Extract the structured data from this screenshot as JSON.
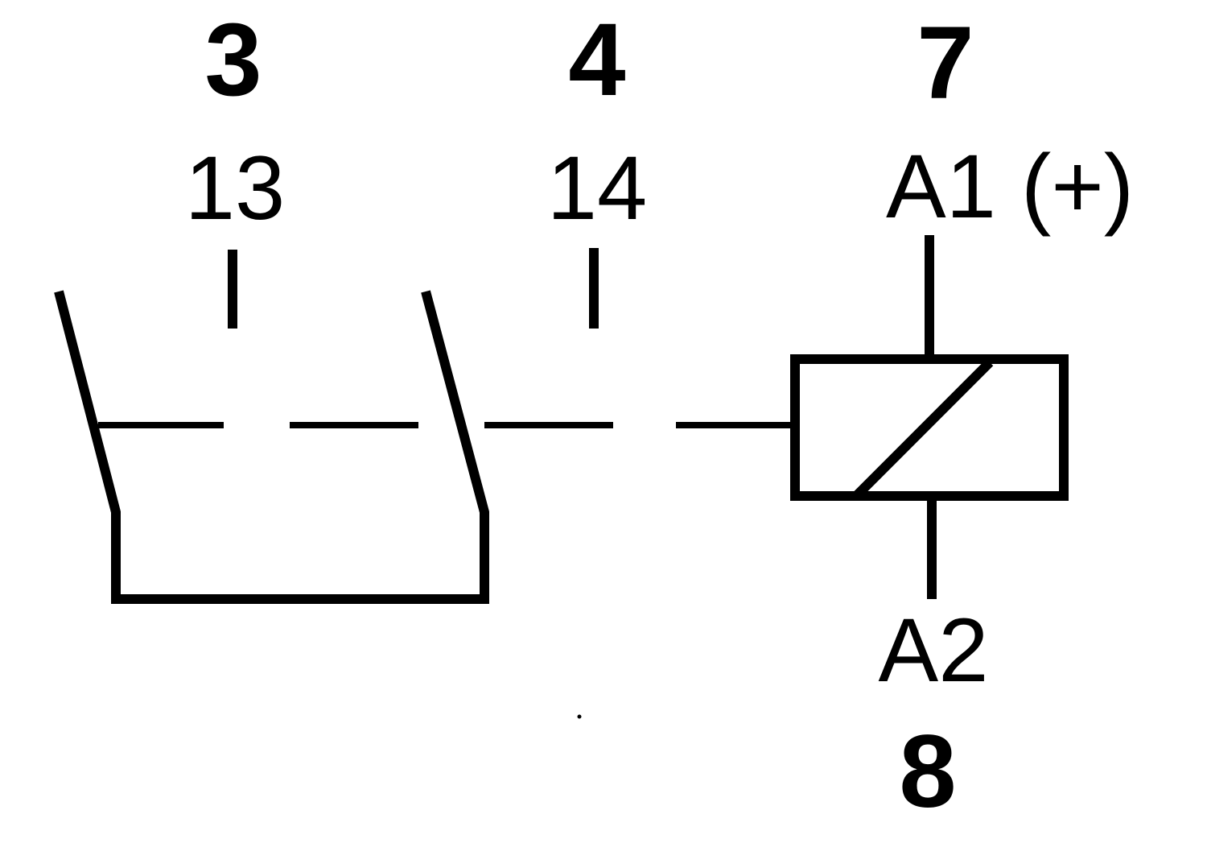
{
  "terminals": {
    "contact_a_pin": "3",
    "contact_a_code": "13",
    "contact_b_pin": "4",
    "contact_b_code": "14",
    "coil_top_pin": "7",
    "coil_top_code": "A1 (+)",
    "coil_bottom_code": "A2",
    "coil_bottom_pin": "8"
  },
  "colors": {
    "line": "#000000",
    "background": "#ffffff"
  }
}
